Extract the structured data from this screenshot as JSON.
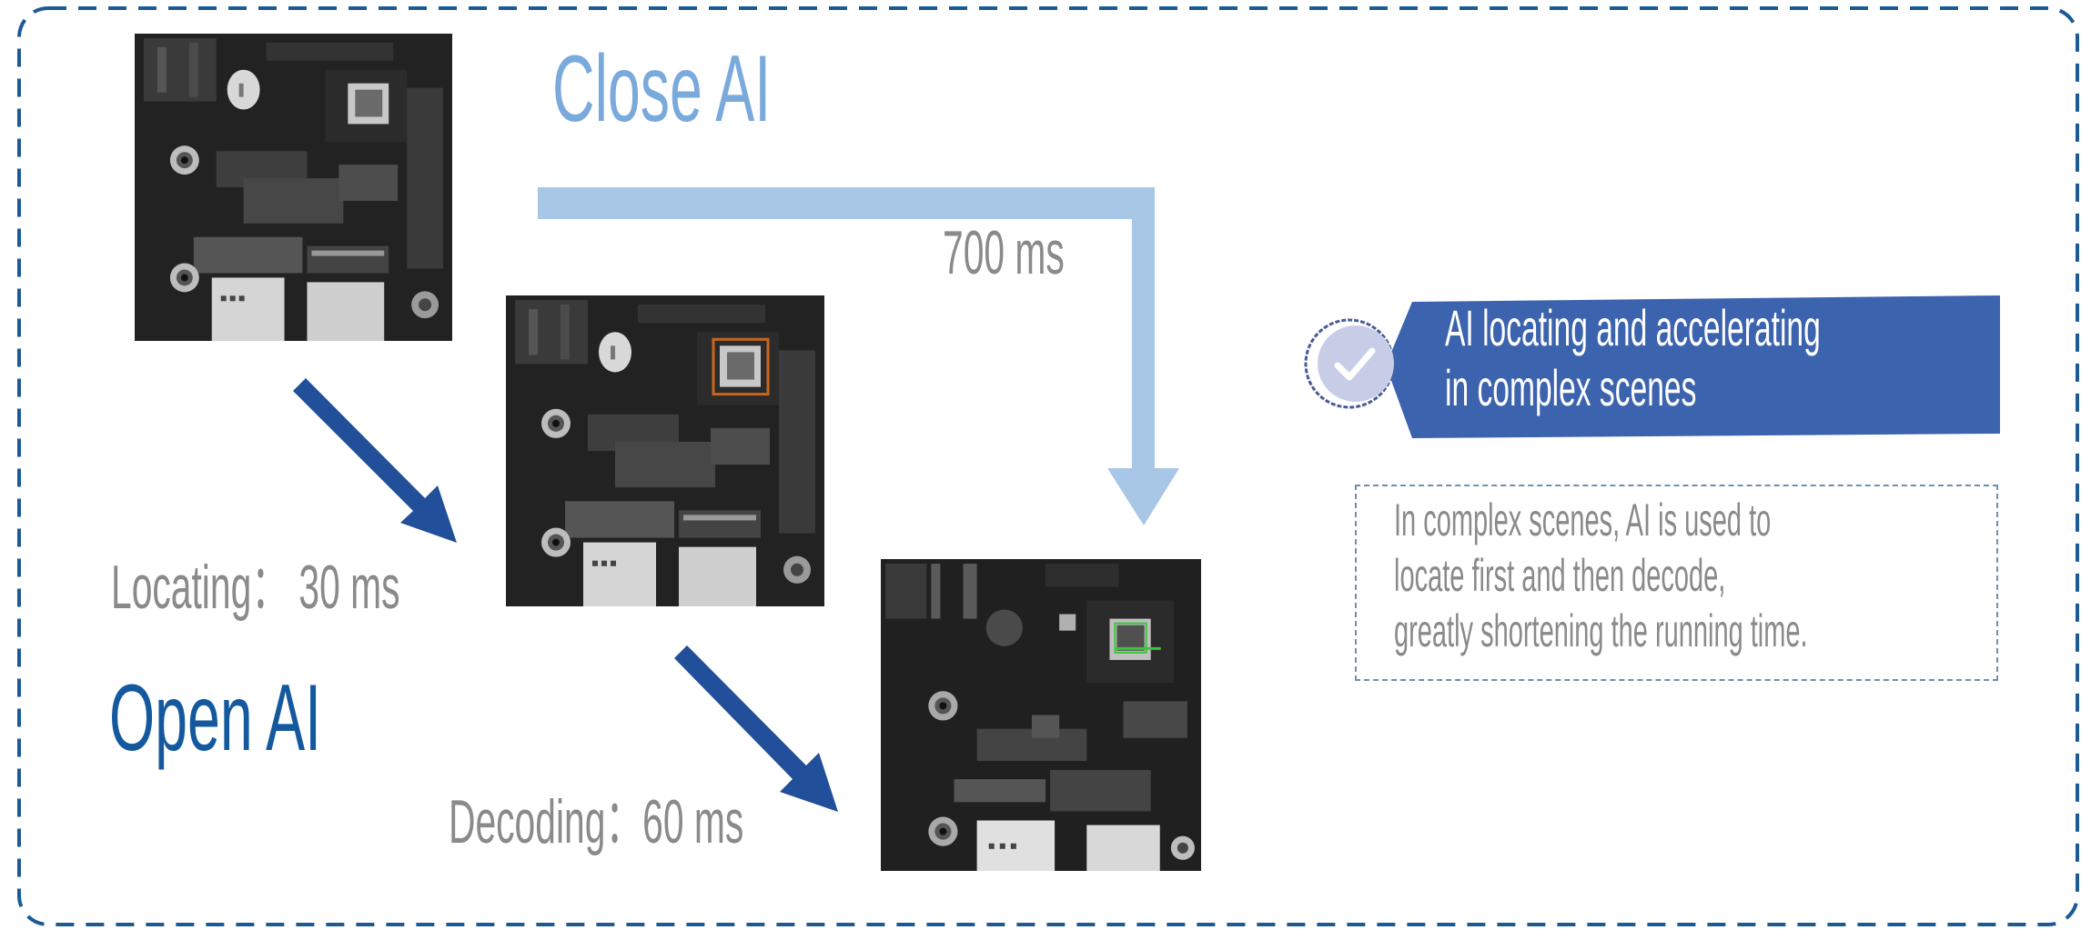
{
  "colors": {
    "frame_border": "#1c5a96",
    "close_ai": "#7aa9dc",
    "close_path": "#a8c6e6",
    "open_ai": "#14599e",
    "open_arrows": "#224f9a",
    "label_gray": "#8a8a8a",
    "banner": "#3c63ae",
    "badge_fill": "#c8cde7",
    "badge_ring": "#4a5a94",
    "box_text": "#8a8a8a",
    "locate_box": "#c8661e",
    "decode_box": "#3cc43c"
  },
  "close_ai": {
    "title": "Close AI",
    "time_label": "700 ms"
  },
  "open_ai": {
    "title": "Open AI",
    "locating_label": "Locating：  30 ms",
    "decoding_label": "Decoding：60 ms"
  },
  "images": [
    {
      "name": "original-board-image",
      "state": "raw"
    },
    {
      "name": "located-board-image",
      "state": "located",
      "highlight": "orange box"
    },
    {
      "name": "decoded-board-image",
      "state": "decoded",
      "highlight": "green box"
    }
  ],
  "feature": {
    "icon": "check-circle-icon",
    "title_lines": [
      "AI locating and accelerating",
      "in complex scenes"
    ],
    "description_lines": [
      "In complex scenes, AI is used to",
      "locate first and then decode,",
      "greatly shortening the running time."
    ]
  }
}
